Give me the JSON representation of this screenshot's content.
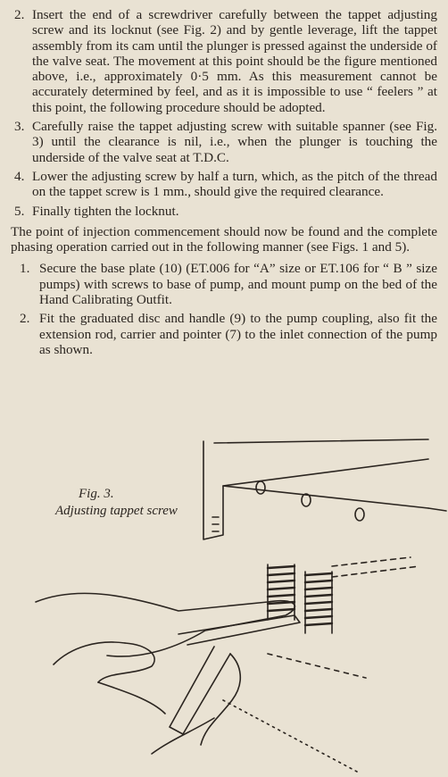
{
  "steps_top": [
    {
      "num": "2.",
      "text": "Insert the end of a screwdriver carefully between the tappet adjusting screw and its locknut (see Fig. 2) and by gentle leverage, lift the tappet assembly from its cam until the plunger is pressed against the underside of the valve seat. The movement at this point should be the figure mentioned above, i.e., approximately 0·5 mm. As this measurement cannot be accurately determined by feel, and as it is impossible to use “ feelers ” at this point, the following procedure should be adopted."
    },
    {
      "num": "3.",
      "text": "Carefully raise the tappet adjusting screw with suitable spanner (see Fig. 3) until the clearance is nil, i.e., when the plunger is touching the underside of the valve seat at T.D.C."
    },
    {
      "num": "4.",
      "text": "Lower the adjusting screw by half a turn, which, as the pitch of the thread on the tappet screw is 1 mm., should give the required clearance."
    },
    {
      "num": "5.",
      "text": "Finally tighten the locknut."
    }
  ],
  "paragraph": "The point of injection commencement should now be found and the complete phasing operation carried out in the following manner (see Figs. 1 and 5).",
  "steps_bottom": [
    {
      "num": "1.",
      "text": "Secure the base plate (10) (ET.006 for “A” size or ET.106 for “ B ” size pumps) with screws to base of pump, and mount pump on the bed of the Hand Calibrating Outfit."
    },
    {
      "num": "2.",
      "text": "Fit the graduated disc and handle (9) to the pump coupling, also fit the extension rod, carrier and pointer (7) to the inlet connection of the pump as shown."
    }
  ],
  "figure": {
    "label": "Fig. 3.",
    "caption": "Adjusting tappet screw",
    "illustration": "hand-with-spanner-adjusting-tappet-icon"
  }
}
